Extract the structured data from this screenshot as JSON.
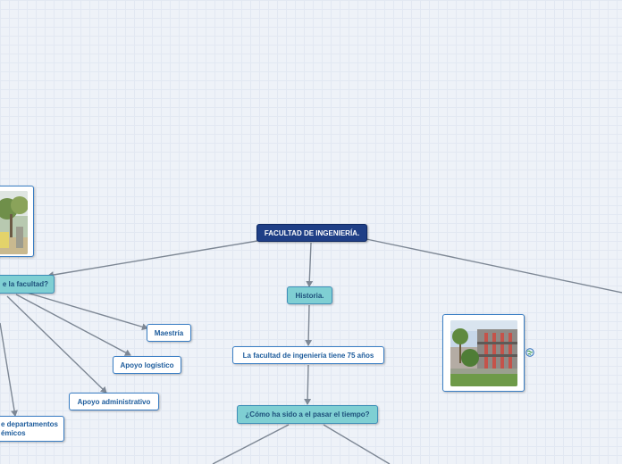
{
  "nodes": {
    "root": "FACULTAD DE INGENIERÍA.",
    "historia": "Historia.",
    "facultad_anos": "La facultad de ingeniería tiene 75 años",
    "como_ha_sido": "¿Cómo ha sido a el pasar el tiempo?",
    "left_question": "e la facultad?",
    "maestria": "Maestría",
    "apoyo_logistico": "Apoyo logístico",
    "apoyo_administrativo": "Apoyo administrativo",
    "departamentos_line1": "e departamentos",
    "departamentos_line2": "émicos"
  },
  "icons": {
    "link": "globe-icon"
  },
  "colors": {
    "root_fill": "#1f3f86",
    "topic_fill": "#7fcfd3",
    "node_border": "#3a7ec4",
    "connector": "#7d8794"
  }
}
